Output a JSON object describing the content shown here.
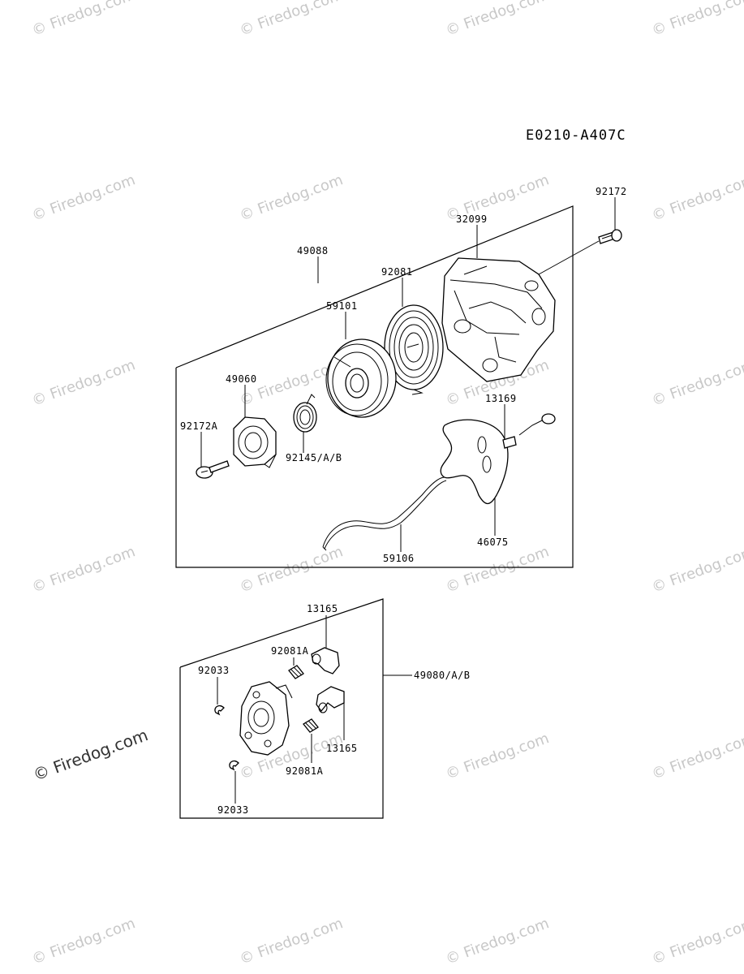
{
  "diagram_code": "E0210-A407C",
  "watermark_text": "© Firedog.com",
  "parts": {
    "p_92172": "92172",
    "p_32099": "32099",
    "p_49088": "49088",
    "p_92081": "92081",
    "p_59101": "59101",
    "p_49060": "49060",
    "p_13169": "13169",
    "p_92172A": "92172A",
    "p_92145AB": "92145/A/B",
    "p_46075": "46075",
    "p_59106": "59106",
    "p_13165_top": "13165",
    "p_92081A_top": "92081A",
    "p_92033_top": "92033",
    "p_49080AB": "49080/A/B",
    "p_13165_bottom": "13165",
    "p_92081A_bottom": "92081A",
    "p_92033_bottom": "92033"
  }
}
